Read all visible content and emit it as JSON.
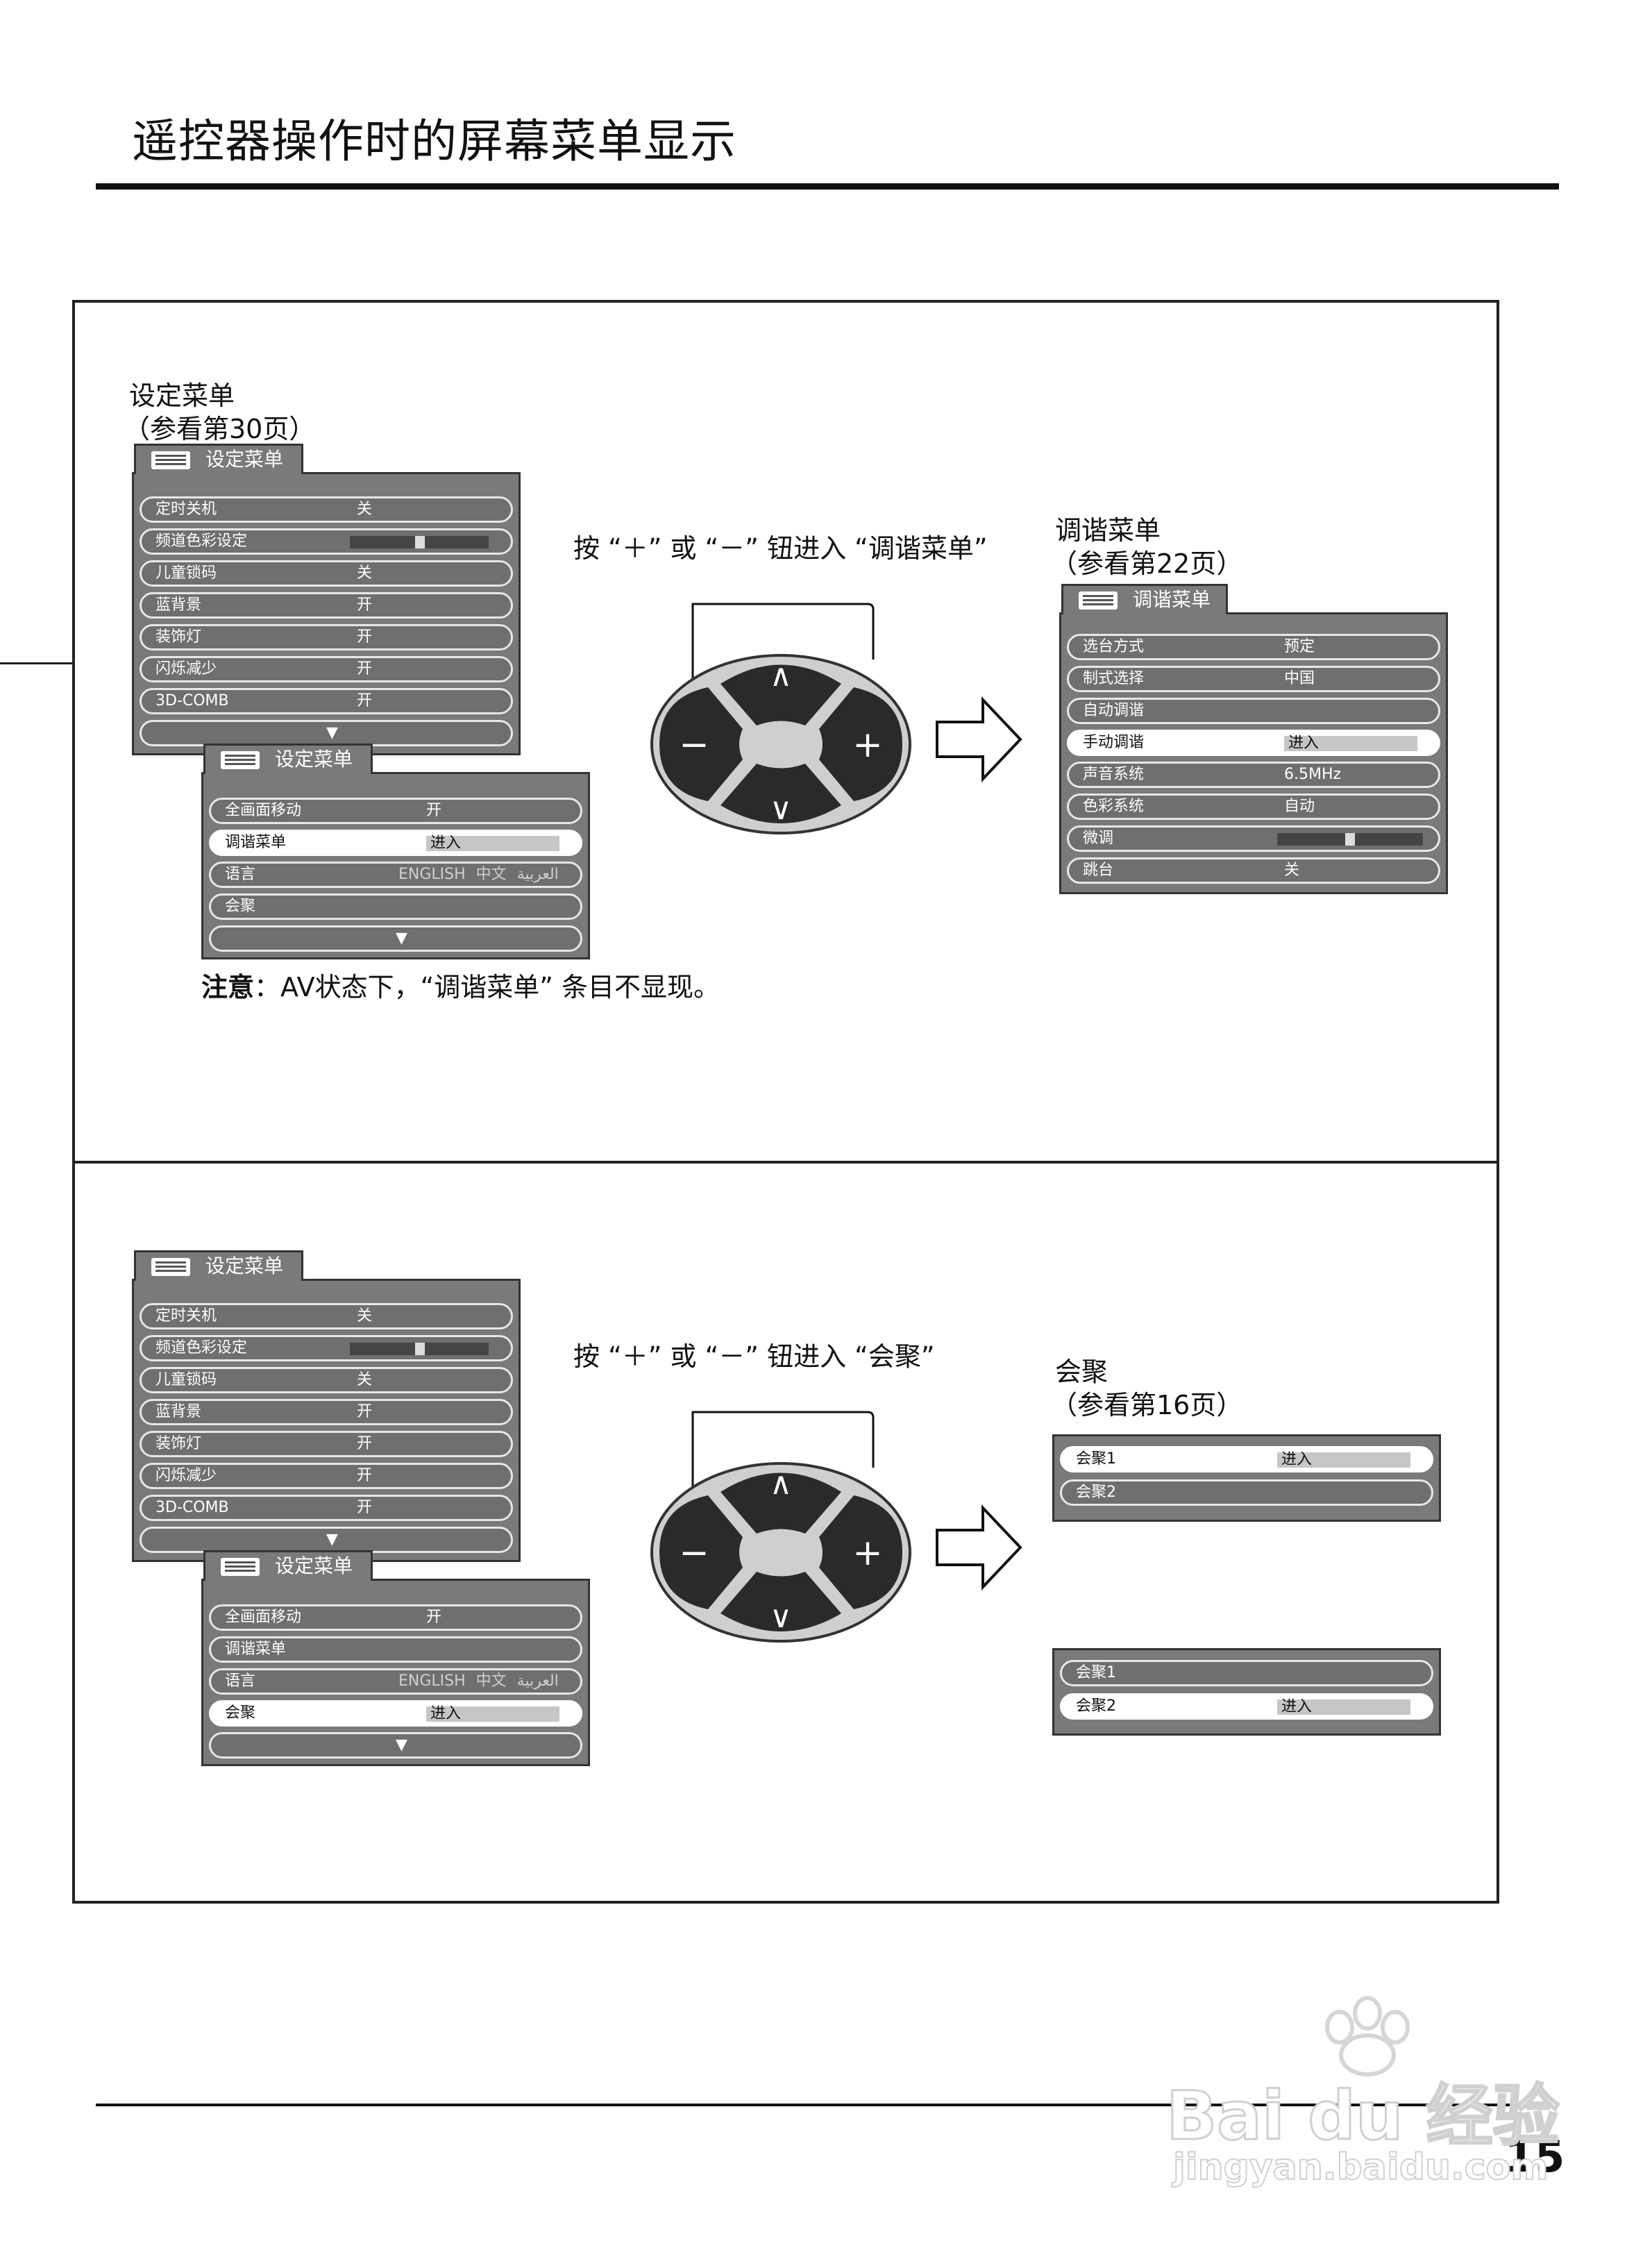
{
  "page": {
    "title": "遥控器操作时的屏幕菜单显示",
    "page_number": "15",
    "watermark_brand": "Bai du 经验",
    "watermark_url": "jingyan.baidu.com"
  },
  "section1": {
    "caption_title": "设定菜单",
    "caption_ref": "（参看第30页）",
    "instruction": "按 “＋” 或 “－” 钮进入 “调谐菜单”",
    "target_title": "调谐菜单",
    "target_ref": "（参看第22页）",
    "note_label": "注意",
    "note_text": "：AV状态下，“调谐菜单” 条目不显现。"
  },
  "section2": {
    "instruction": "按 “＋” 或 “－” 钮进入 “会聚”",
    "target_title": "会聚",
    "target_ref": "（参看第16页）"
  },
  "setup_menu": {
    "title": "设定菜单",
    "rows": [
      {
        "label": "定时关机",
        "value": "关"
      },
      {
        "label": "频道色彩设定",
        "value": ""
      },
      {
        "label": "儿童锁码",
        "value": "关"
      },
      {
        "label": "蓝背景",
        "value": "开"
      },
      {
        "label": "装饰灯",
        "value": "开"
      },
      {
        "label": "闪烁减少",
        "value": "开"
      },
      {
        "label": "3D-COMB",
        "value": "开"
      }
    ],
    "more_arrow": "▼"
  },
  "setup_menu_p2": {
    "title": "设定菜单",
    "rows": [
      {
        "label": "全画面移动",
        "value": "开"
      },
      {
        "label": "调谐菜单",
        "value": "进入"
      },
      {
        "label": "语言",
        "value": "ENGLISH  中文  العربية"
      },
      {
        "label": "会聚",
        "value": "进入"
      }
    ],
    "more_arrow": "▼"
  },
  "tuning_menu": {
    "title": "调谐菜单",
    "rows": [
      {
        "label": "选台方式",
        "value": "预定"
      },
      {
        "label": "制式选择",
        "value": "中国"
      },
      {
        "label": "自动调谐",
        "value": ""
      },
      {
        "label": "手动调谐",
        "value": "进入"
      },
      {
        "label": "声音系统",
        "value": "6.5MHz"
      },
      {
        "label": "色彩系统",
        "value": "自动"
      },
      {
        "label": "微调",
        "value": ""
      },
      {
        "label": "跳台",
        "value": "关"
      }
    ]
  },
  "convergence_menu": {
    "rows": [
      {
        "label": "会聚1",
        "value": "进入"
      },
      {
        "label": "会聚2",
        "value": "进入"
      }
    ]
  },
  "remote": {
    "minus": "−",
    "plus": "+",
    "up": "∧",
    "down": "∨"
  },
  "colors": {
    "menu_bg": "#7a7a7a",
    "remote_dark": "#2a2a2a",
    "remote_light": "#cfcfcf"
  }
}
